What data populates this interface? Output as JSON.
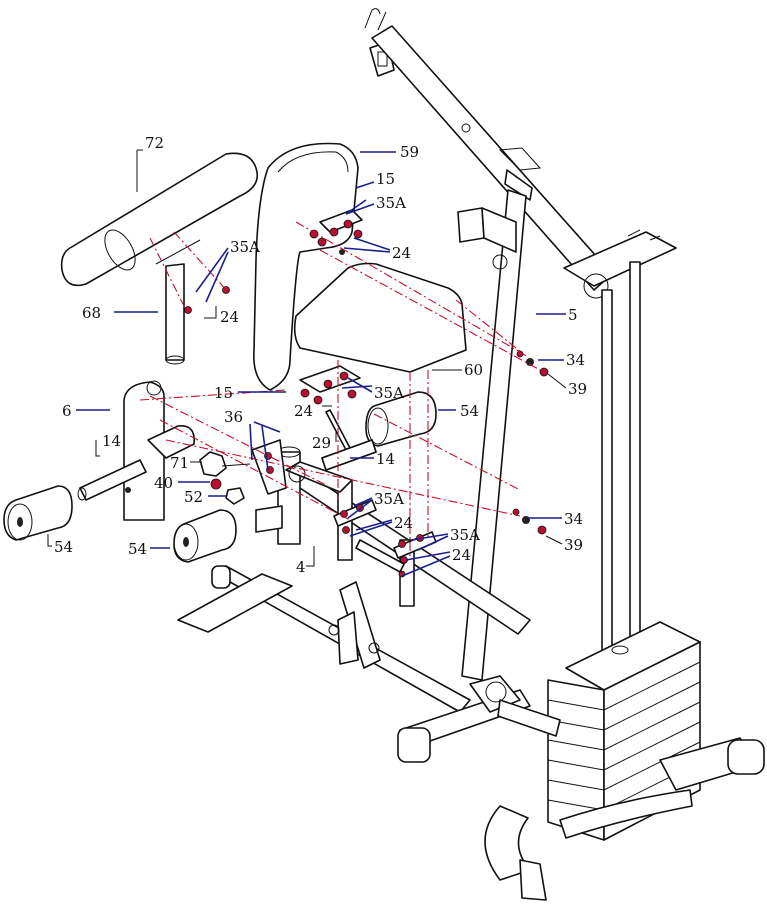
{
  "labels": {
    "p72": "72",
    "p59": "59",
    "p15a": "15",
    "p35a_a": "35A",
    "p24a": "24",
    "p35a_b": "35A",
    "p68": "68",
    "p24b": "24",
    "p5": "5",
    "p60": "60",
    "p34a": "34",
    "p39a": "39",
    "p6": "6",
    "p15b": "15",
    "p35a_c": "35A",
    "p24c": "24",
    "p54a": "54",
    "p36": "36",
    "p29": "29",
    "p14a": "14",
    "p14b": "14",
    "p71": "71",
    "p40": "40",
    "p52": "52",
    "p35a_d": "35A",
    "p24d": "24",
    "p34b": "34",
    "p35a_e": "35A",
    "p39b": "39",
    "p24e": "24",
    "p54b": "54",
    "p54c": "54",
    "p4": "4"
  },
  "colors": {
    "leader": "#1a1f8c",
    "dash": "#c8102e",
    "hardware": "#b81030",
    "outline": "#111111"
  }
}
